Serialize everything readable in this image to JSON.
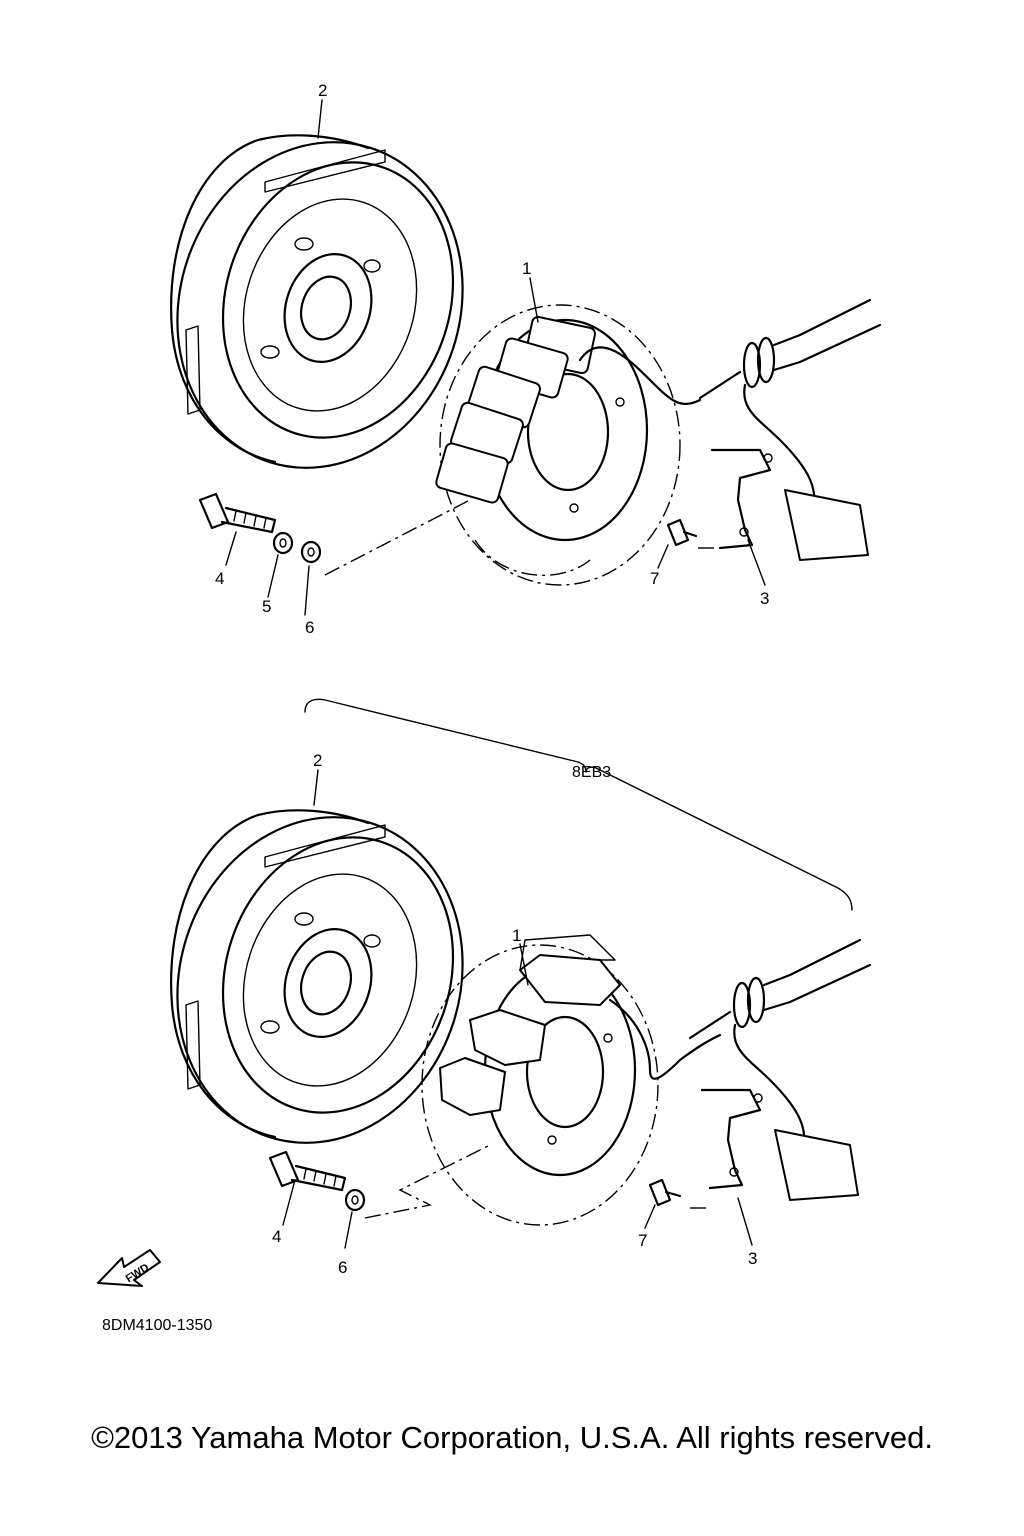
{
  "upper_view": {
    "callouts": [
      "2",
      "1",
      "4",
      "5",
      "6",
      "7",
      "3"
    ]
  },
  "lower_view": {
    "variant_code": "8EB3",
    "callouts": [
      "2",
      "1",
      "4",
      "6",
      "7",
      "3"
    ]
  },
  "fwd_arrow_label": "FWD",
  "diagram_code": "8DM4100-1350",
  "copyright": "©2013 Yamaha Motor Corporation, U.S.A. All rights reserved."
}
